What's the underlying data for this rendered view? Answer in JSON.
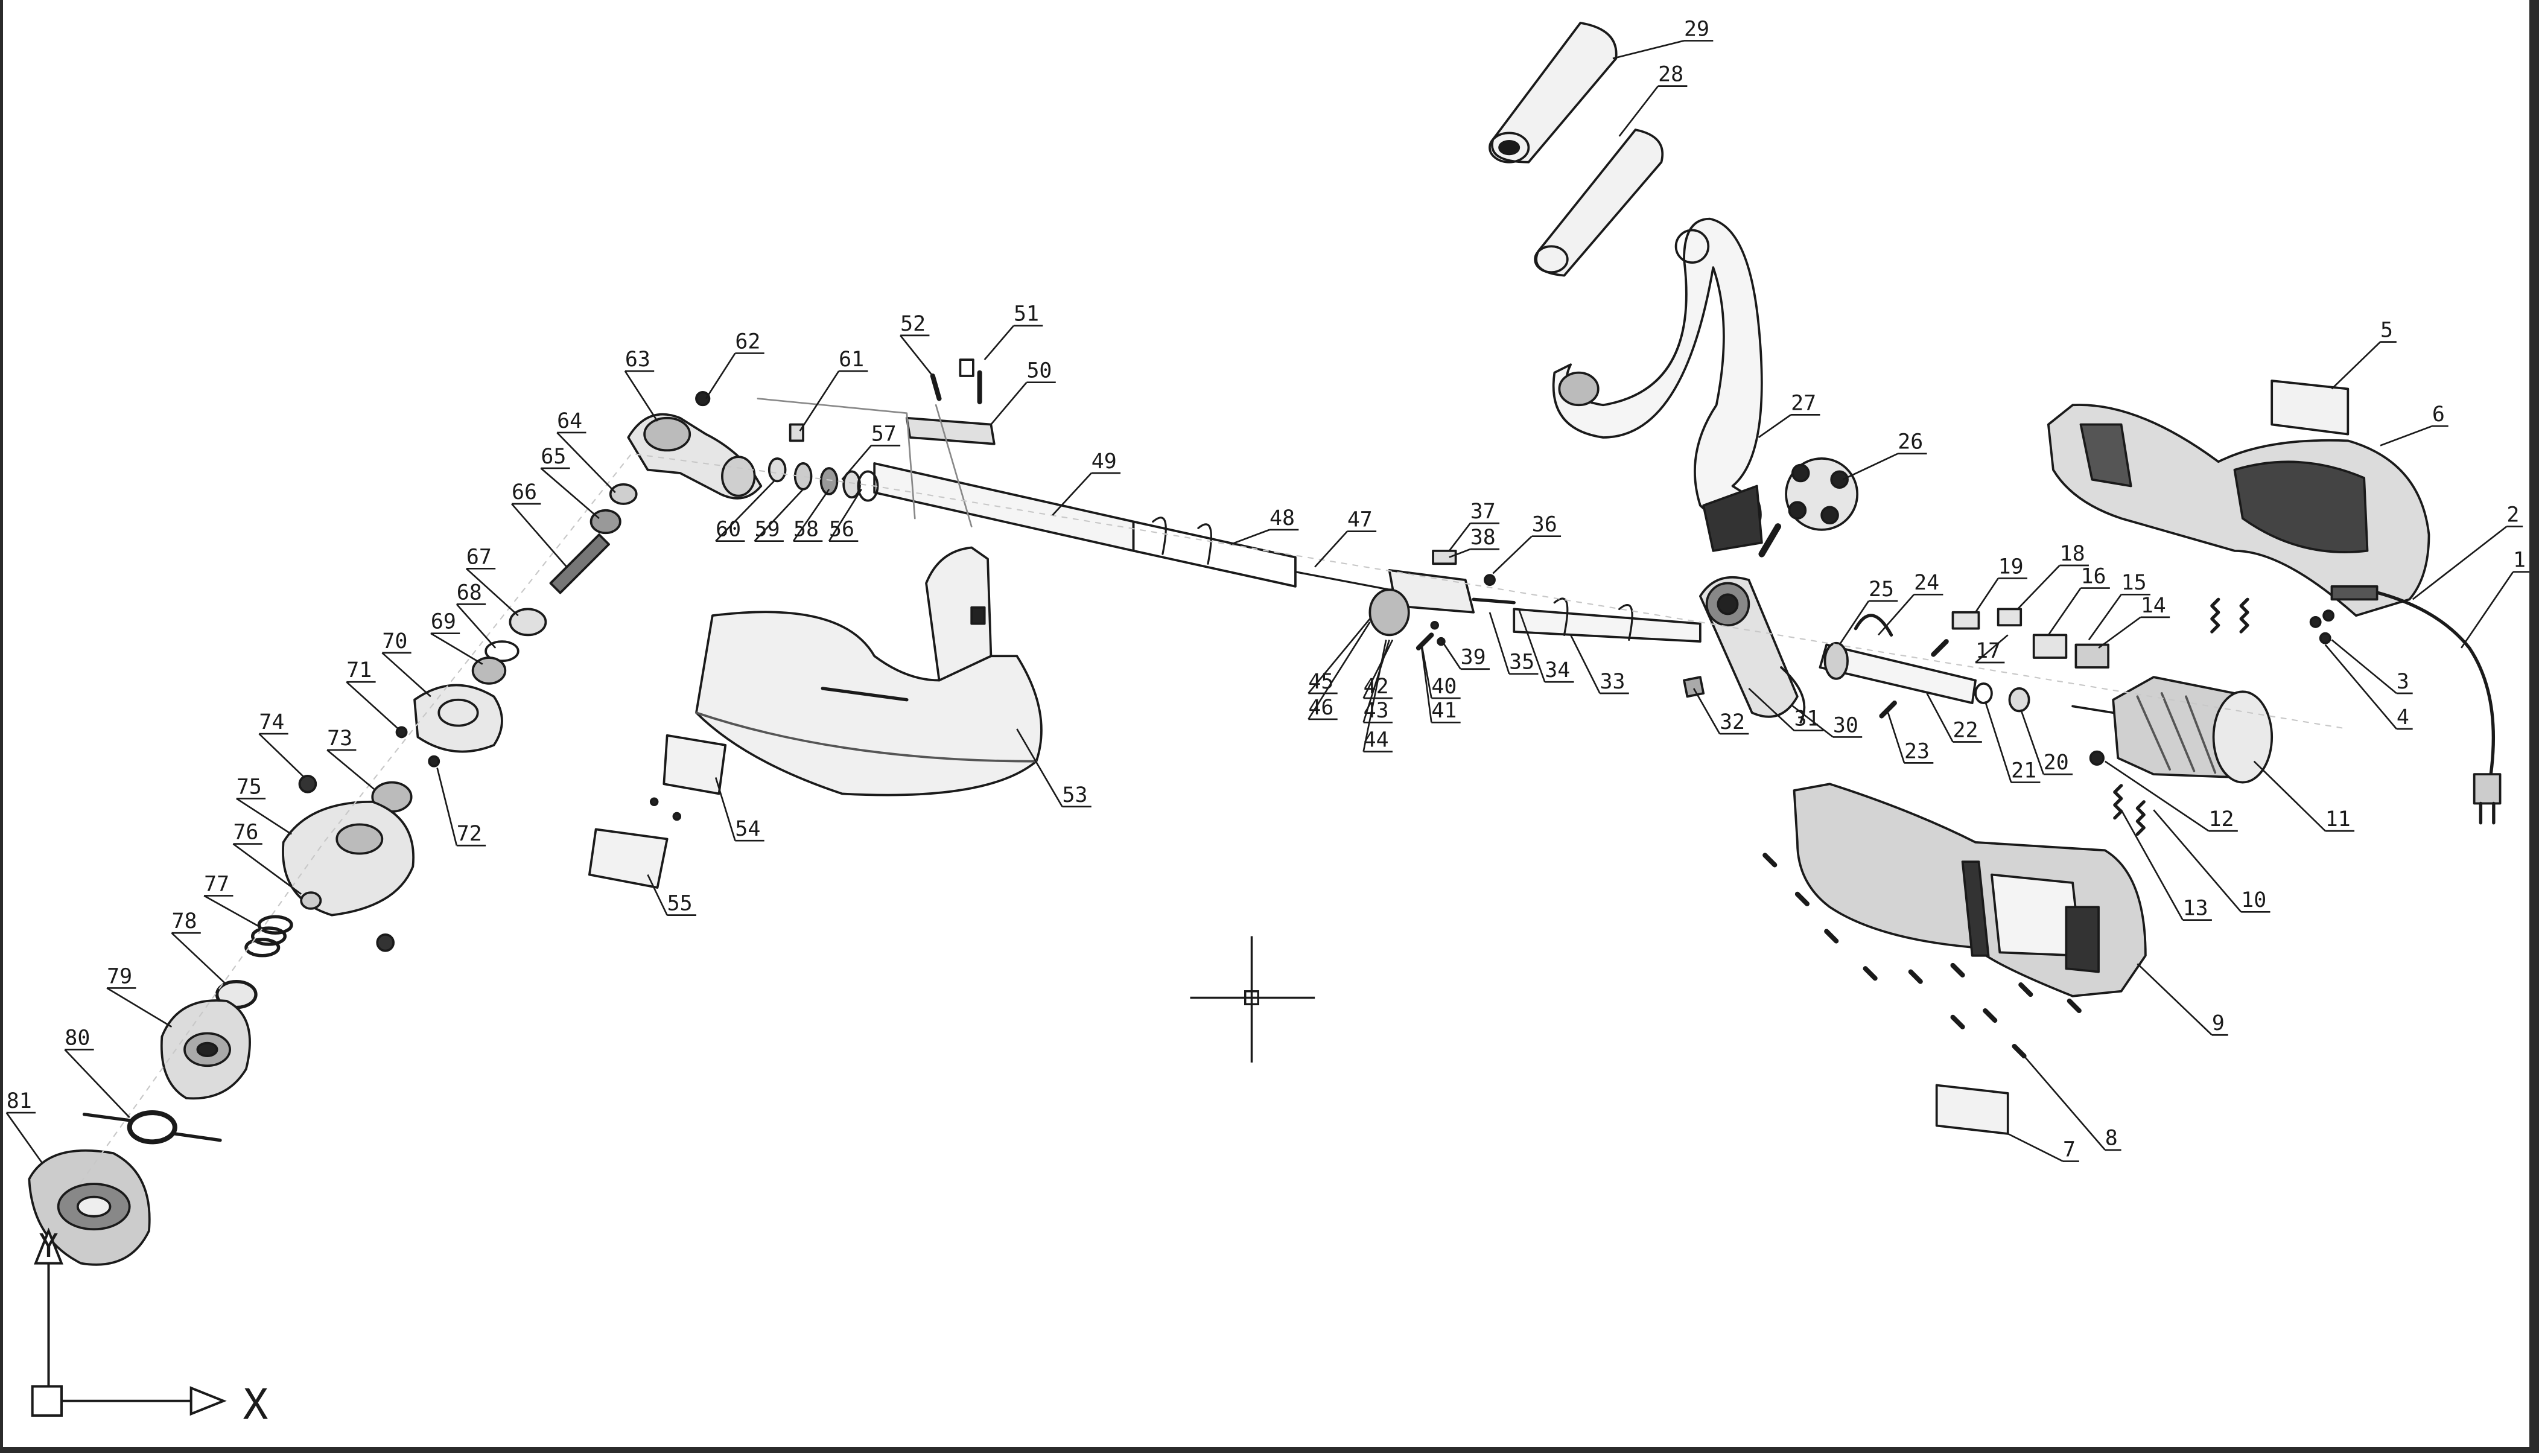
{
  "drawing": {
    "background": "#ffffff",
    "ink": "#1a1a1a",
    "frame_color": "#2b2b2b",
    "callouts": [
      "1",
      "2",
      "3",
      "4",
      "5",
      "6",
      "7",
      "8",
      "9",
      "10",
      "11",
      "12",
      "13",
      "14",
      "15",
      "16",
      "17",
      "18",
      "19",
      "20",
      "21",
      "22",
      "23",
      "24",
      "25",
      "26",
      "27",
      "28",
      "29",
      "30",
      "31",
      "32",
      "33",
      "34",
      "35",
      "36",
      "37",
      "38",
      "39",
      "40",
      "41",
      "42",
      "43",
      "44",
      "45",
      "46",
      "47",
      "48",
      "49",
      "50",
      "51",
      "52",
      "53",
      "54",
      "55",
      "56",
      "57",
      "58",
      "59",
      "60",
      "61",
      "62",
      "63",
      "64",
      "65",
      "66",
      "67",
      "68",
      "69",
      "70",
      "71",
      "72",
      "73",
      "74",
      "75",
      "76",
      "77",
      "78",
      "79",
      "80",
      "81"
    ]
  },
  "ucs_icon": {
    "x_label": "X",
    "y_label": "Y"
  },
  "cursor": {
    "icon": "crosshair-icon"
  }
}
